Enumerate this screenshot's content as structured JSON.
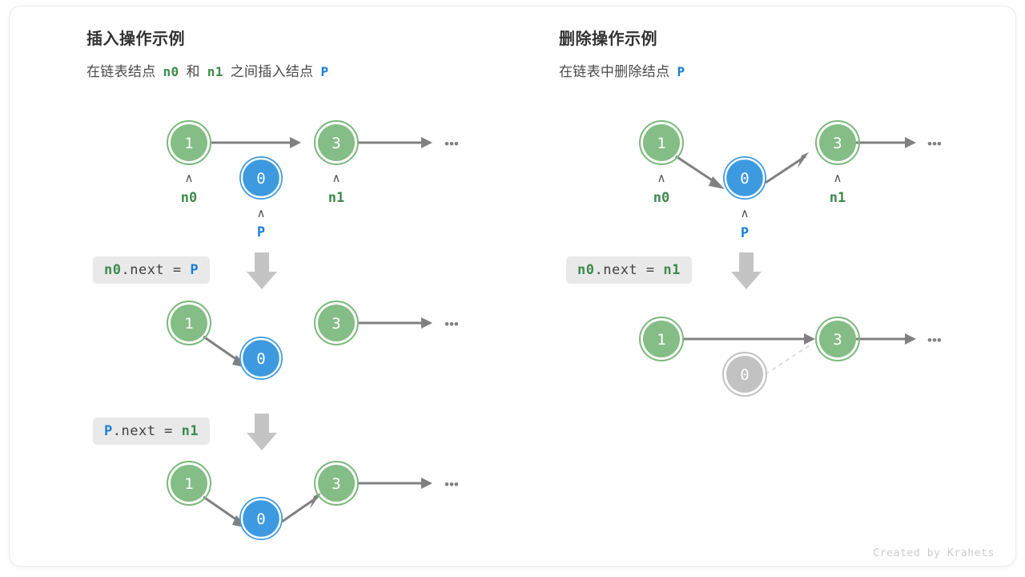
{
  "footer": {
    "credit": "Created by Krahets"
  },
  "panels": {
    "insert": {
      "title": "插入操作示例",
      "subtitle_parts": {
        "p1": "在链表结点",
        "t1": "n0",
        "p2": "和",
        "t2": "n1",
        "p3": "之间插入结点",
        "t3": "P"
      },
      "steps": [
        {
          "code": {
            "full": "n0.next = P",
            "lhs": "n0",
            "mid": ".next = ",
            "rhs": "P"
          },
          "nodes": [
            {
              "value": "1",
              "color": "green",
              "label": "n0"
            },
            {
              "value": "0",
              "color": "blue",
              "label": "P"
            },
            {
              "value": "3",
              "color": "green",
              "label": "n1"
            }
          ]
        },
        {
          "code": {
            "full": "P.next = n1",
            "lhs": "P",
            "mid": ".next = ",
            "rhs": "n1"
          },
          "nodes": [
            {
              "value": "1",
              "color": "green",
              "label": ""
            },
            {
              "value": "0",
              "color": "blue",
              "label": ""
            },
            {
              "value": "3",
              "color": "green",
              "label": ""
            }
          ]
        }
      ],
      "final_nodes": [
        {
          "value": "1",
          "color": "green",
          "label": ""
        },
        {
          "value": "0",
          "color": "blue",
          "label": ""
        },
        {
          "value": "3",
          "color": "green",
          "label": ""
        }
      ],
      "ellipsis": "•••"
    },
    "delete": {
      "title": "删除操作示例",
      "subtitle_parts": {
        "p1": "在链表中删除结点",
        "t1": "P"
      },
      "steps": [
        {
          "code": {
            "full": "n0.next = n1",
            "lhs": "n0",
            "mid": ".next = ",
            "rhs": "n1"
          },
          "nodes": [
            {
              "value": "1",
              "color": "green",
              "label": "n0"
            },
            {
              "value": "0",
              "color": "blue",
              "label": "P"
            },
            {
              "value": "3",
              "color": "green",
              "label": "n1"
            }
          ]
        }
      ],
      "final_nodes": [
        {
          "value": "1",
          "color": "green",
          "label": ""
        },
        {
          "value": "0",
          "color": "gray",
          "label": ""
        },
        {
          "value": "3",
          "color": "green",
          "label": ""
        }
      ],
      "ellipsis": "•••"
    }
  },
  "colors": {
    "green_fill": "#84bd85",
    "green_ring": "#7bb97c",
    "blue_fill": "#3d9ae0",
    "blue_ring": "#3d9ae0",
    "gray_fill": "#c2c2c2",
    "gray_ring": "#c2c2c2",
    "arrow": "#808080",
    "dashed": "#dddddd",
    "chip_bg": "#e9e9e9",
    "label_green": "#3e8a4f",
    "label_blue": "#1a7fd4",
    "down_arrow": "#c4c4c4"
  },
  "glyphs": {
    "caret": "∧",
    "ellipsis": "•••"
  }
}
